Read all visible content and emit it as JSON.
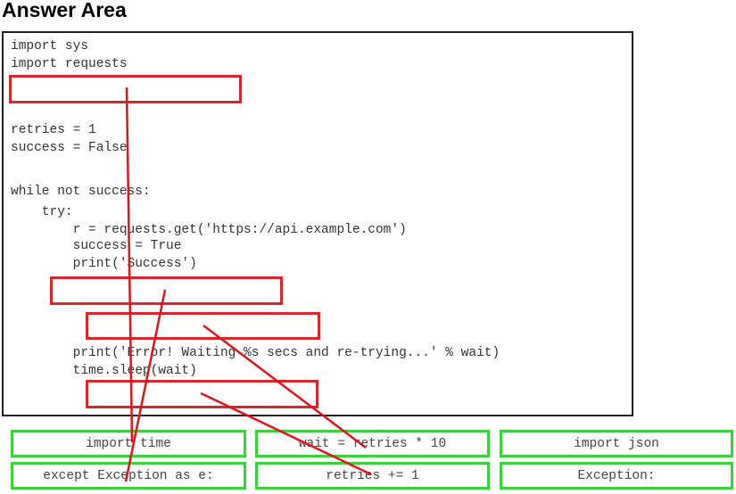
{
  "title": "Answer Area",
  "code_lines": [
    "import sys",
    "import requests",
    "retries = 1",
    "success = False",
    "while not success:",
    "    try:",
    "        r = requests.get('https://api.example.com')",
    "        success = True",
    "        print('Success')",
    "        print('Error! Waiting %s secs and re-trying...' % wait)",
    "        time.sleep(wait)"
  ],
  "options": [
    "import time",
    "wait = retries * 10",
    "import json",
    "except Exception as e:",
    "retries += 1",
    "Exception:"
  ],
  "colors": {
    "slot": "#d9262c",
    "option": "#3ad13a",
    "line": "#e0141c"
  }
}
